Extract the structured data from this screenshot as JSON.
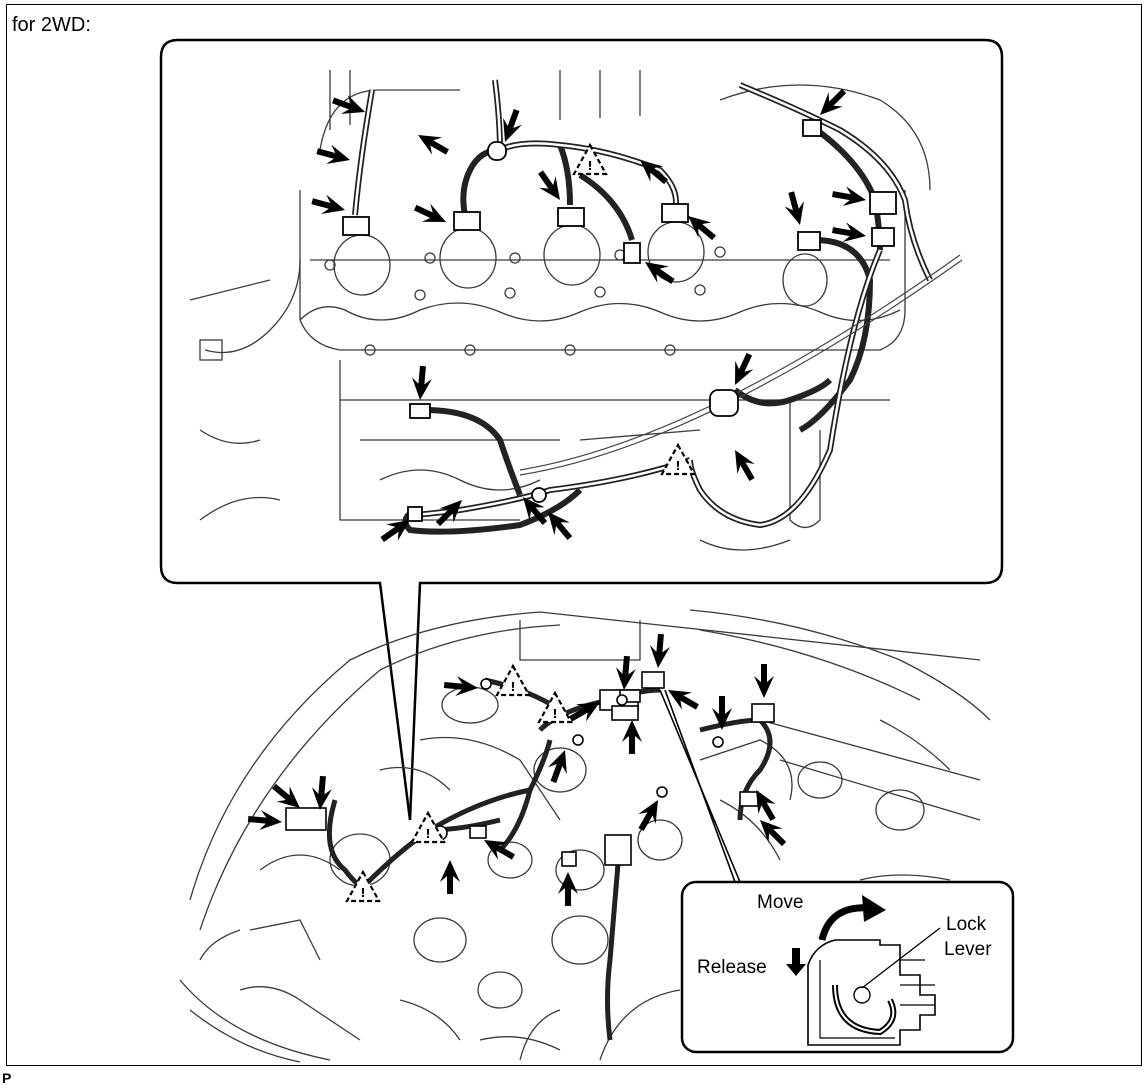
{
  "title": "for 2WD:",
  "labels": {
    "move": "Move",
    "release": "Release",
    "lock": "Lock",
    "lever": "Lever"
  },
  "corner_code": "P",
  "colors": {
    "line": "#000000",
    "background": "#ffffff",
    "drawing": "#3a3a3a"
  }
}
